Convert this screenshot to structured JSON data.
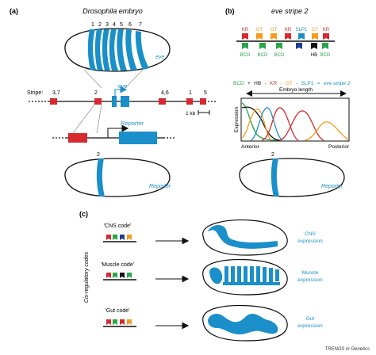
{
  "panel_a": {
    "label": "(a)",
    "title": "Drosophila embryo",
    "stripe_numbers": [
      "1",
      "2",
      "3",
      "4",
      "5",
      "6",
      "7"
    ],
    "eve_label": "eve",
    "stripe_word": "Stripe:",
    "stripe_labels": [
      "3,7",
      "2",
      "4,6",
      "1",
      "5"
    ],
    "gene_label": "eve",
    "scale_label": "1 kb",
    "reporter_label": "Reporter",
    "lower_stripe_number": "2",
    "embryo_reporter_label": "Reporter"
  },
  "panel_b": {
    "label": "(b)",
    "title": "eve stripe 2",
    "top_factors": [
      "KR",
      "GT",
      "GT",
      "KR",
      "SLP1",
      "GT",
      "KR"
    ],
    "bottom_factors": [
      "BCD",
      "BCD",
      "BCD",
      "HB",
      "BCD"
    ],
    "equation": {
      "bcd": "BCD",
      "plus1": "+",
      "hb": "HB",
      "minus1": "-",
      "kr": "KR",
      "minus2": "-",
      "gt": "GT",
      "minus3": "-",
      "slp1": "SLP1",
      "eq": "=",
      "result": "eve stripe 2"
    },
    "embryo_length": "Embryo length",
    "ylabel": "Expression",
    "anterior": "Anterior",
    "posterior": "Posterior",
    "lower_stripe_number": "2",
    "embryo_reporter_label": "Reporter"
  },
  "panel_c": {
    "label": "(c)",
    "side_label": "Cis-regulatory codes",
    "codes": [
      {
        "title": "'CNS code'",
        "expression": [
          "CNS",
          "expression"
        ]
      },
      {
        "title": "'Muscle code'",
        "expression": [
          "Muscle",
          "expression"
        ]
      },
      {
        "title": "'Gut code'",
        "expression": [
          "Gut",
          "expression"
        ]
      }
    ]
  },
  "footer": "TRENDS in Genetics",
  "colors": {
    "blue": "#1a8fc9",
    "red": "#d62a2e",
    "orange": "#f39c1e",
    "green": "#2aa64a",
    "dark_red": "#c0392b",
    "navy": "#1f3f8f",
    "black": "#111111",
    "darkblue": "#1c3c8a"
  }
}
